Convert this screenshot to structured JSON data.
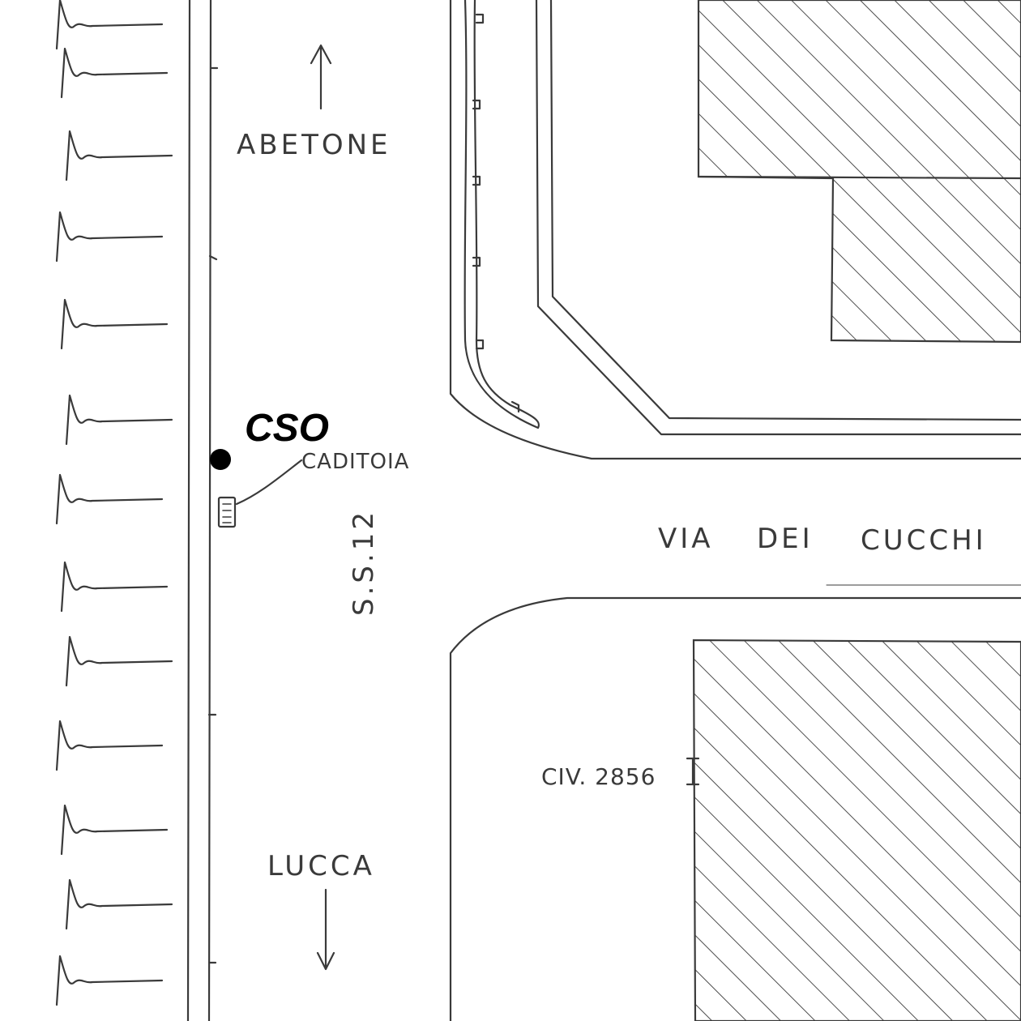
{
  "labels": {
    "abetone": "ABETONE",
    "lucca": "LUCCA",
    "road": "S.S.12",
    "street": "VIA DEI CUCCHI",
    "street_words": [
      "VIA",
      "DEI",
      "CUCCHI"
    ],
    "cso": "CSO",
    "caditoia": "CADITOIA",
    "civic": "CIV. 2856"
  },
  "colors": {
    "ink": "#3a3a3a",
    "marker": "#000000",
    "paper": "#ffffff"
  }
}
